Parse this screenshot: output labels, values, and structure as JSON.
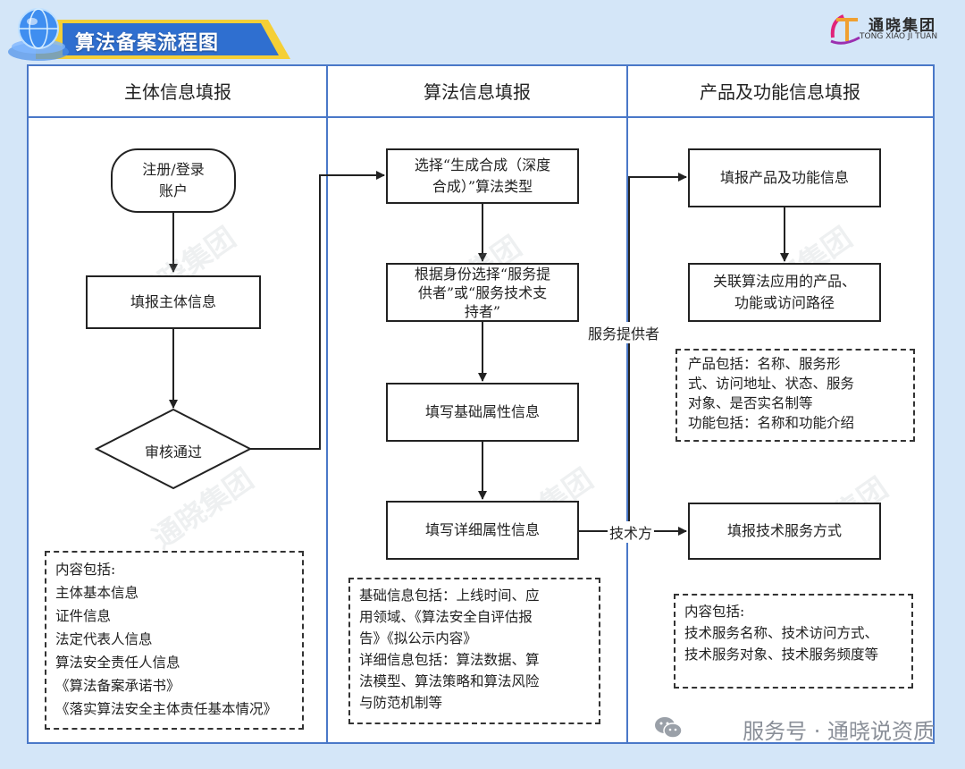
{
  "header": {
    "title": "算法备案流程图",
    "logo_name": "通晓集团",
    "logo_en": "TONG XIAO JI TUAN",
    "logo_mark": "T"
  },
  "columns": [
    "主体信息填报",
    "算法信息填报",
    "产品及功能信息填报"
  ],
  "col1": {
    "start": [
      "注册/登录",
      "账户"
    ],
    "fill_subject": "填报主体信息",
    "review": "审核通过",
    "content": [
      "内容包括:",
      "主体基本信息",
      "证件信息",
      "法定代表人信息",
      "算法安全责任人信息",
      "《算法备案承诺书》",
      "《落实算法安全主体责任基本情况》"
    ]
  },
  "col2": {
    "select_type": [
      "选择“生成合成（深度",
      "合成）”算法类型"
    ],
    "select_role": [
      "根据身份选择“服务提",
      "供者”或“服务技术支",
      "持者”"
    ],
    "basic_attr": "填写基础属性信息",
    "detail_attr": "填写详细属性信息",
    "notes": [
      "基础信息包括：上线时间、应",
      "用领域、《算法安全自评估报",
      "告》《拟公示内容》",
      "详细信息包括：算法数据、算",
      "法模型、算法策略和算法风险",
      "与防范机制等"
    ]
  },
  "col3": {
    "fill_product": "填报产品及功能信息",
    "link_product": [
      "关联算法应用的产品、",
      "功能或访问路径"
    ],
    "product_notes": [
      "产品包括：名称、服务形",
      "式、访问地址、状态、服务",
      "对象、是否实名制等",
      "功能包括：名称和功能介绍"
    ],
    "fill_tech": "填报技术服务方式",
    "tech_notes": [
      "内容包括:",
      "技术服务名称、技术访问方式、",
      "技术服务对象、技术服务频度等"
    ]
  },
  "edges": {
    "provider": "服务提供者",
    "tech": "技术方"
  },
  "watermark": "通晓集团",
  "footer": "服务号 · 通晓说资质",
  "colors": {
    "panel_border": "#4a78c8",
    "banner": "#f5cf36",
    "background": "#d4e6f8"
  }
}
